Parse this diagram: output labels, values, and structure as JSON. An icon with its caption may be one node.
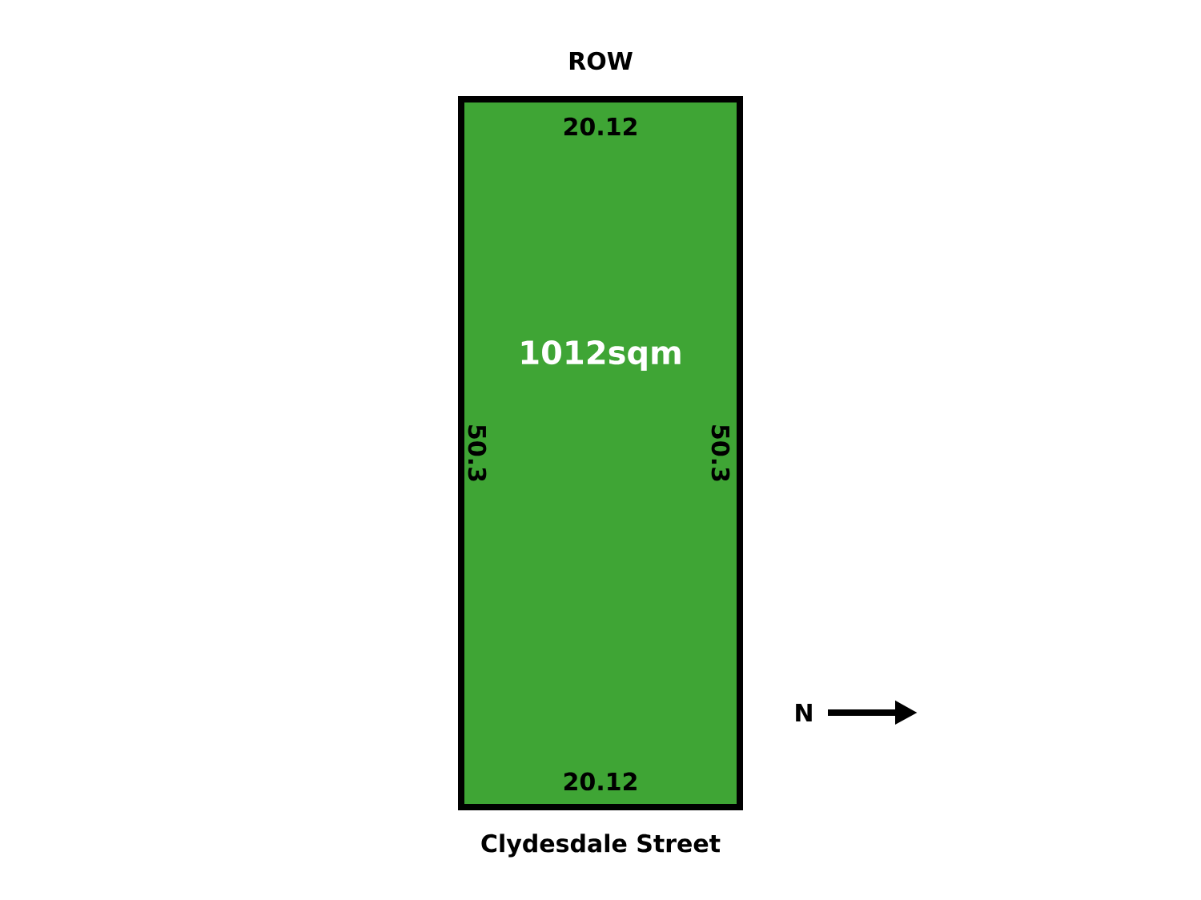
{
  "diagram": {
    "nodes": [
      {
        "text": [
          "20.12",
          "1012sqm",
          "50.3",
          "50.3",
          "20.12"
        ]
      }
    ],
    "labels": [
      "ROW",
      "N",
      "Clydesdale Street"
    ]
  }
}
